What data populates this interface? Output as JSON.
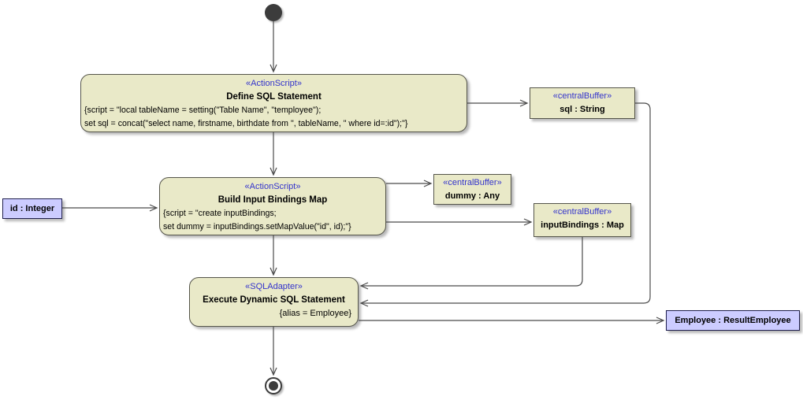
{
  "diagram": {
    "type": "uml-activity-diagram",
    "colors": {
      "background": "#FFFFFF",
      "action_fill": "#E9E9C8",
      "action_border": "#55554A",
      "object_fill": "#CCCCFF",
      "object_border": "#1F1F4D",
      "stereotype_text": "#3333CC",
      "edge": "#4B4B4B",
      "node": "#3C3C3C"
    },
    "nodes": {
      "define_sql": {
        "stereotype": "«ActionScript»",
        "title": "Define SQL Statement",
        "body_line1": "{script = \"local tableName = setting(\"Table Name\", \"temployee\");",
        "body_line2": "set sql = concat(\"select name, firstname, birthdate from \", tableName, \" where id=:id\");\"}"
      },
      "build_bindings": {
        "stereotype": "«ActionScript»",
        "title": "Build Input Bindings Map",
        "body_line1": "{script = \"create inputBindings;",
        "body_line2": "set dummy = inputBindings.setMapValue(\"id\", id);\"}"
      },
      "execute_sql": {
        "stereotype": "«SQLAdapter»",
        "title": "Execute Dynamic SQL Statement",
        "tag": "{alias = Employee}"
      },
      "sql_buffer": {
        "stereotype": "«centralBuffer»",
        "label": "sql : String"
      },
      "dummy_buffer": {
        "stereotype": "«centralBuffer»",
        "label": "dummy : Any"
      },
      "input_bindings_buffer": {
        "stereotype": "«centralBuffer»",
        "label": "inputBindings : Map"
      },
      "id_object": {
        "label": "id : Integer"
      },
      "employee_object": {
        "label": "Employee : ResultEmployee"
      }
    }
  }
}
